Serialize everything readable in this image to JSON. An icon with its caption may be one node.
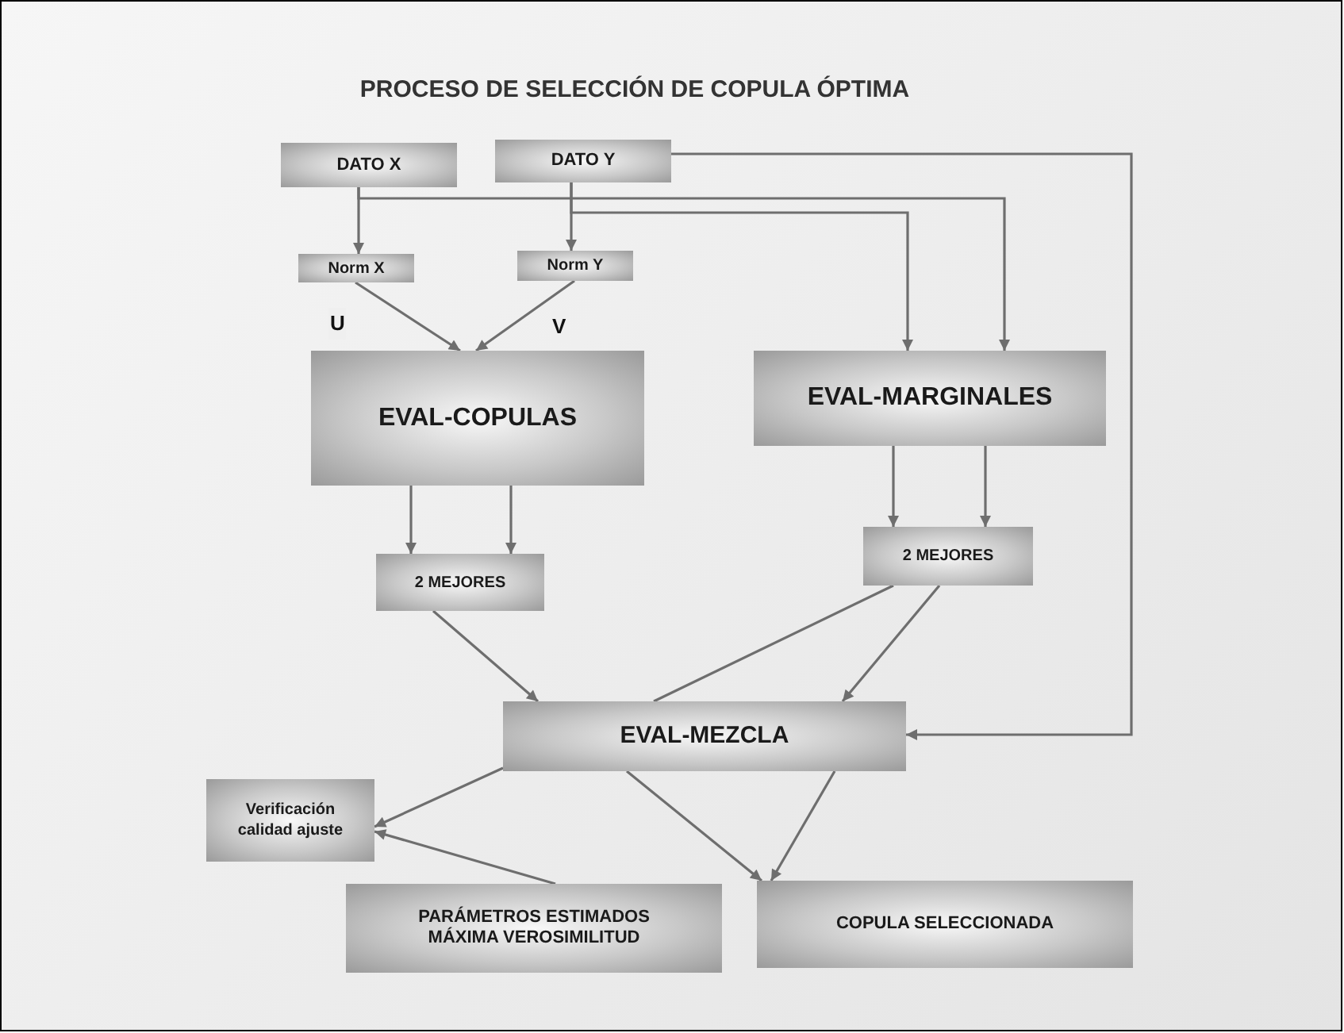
{
  "diagram": {
    "title": "PROCESO DE SELECCIÓN DE COPULA ÓPTIMA",
    "nodes": [
      {
        "text": [
          "DATO X"
        ]
      },
      {
        "text": [
          "DATO Y"
        ]
      },
      {
        "text": [
          "Norm X"
        ]
      },
      {
        "text": [
          "Norm Y"
        ]
      },
      {
        "text": [
          "EVAL-COPULAS"
        ]
      },
      {
        "text": [
          "EVAL-MARGINALES"
        ]
      },
      {
        "text": [
          "2 MEJORES"
        ]
      },
      {
        "text": [
          "2 MEJORES"
        ]
      },
      {
        "text": [
          "EVAL-MEZCLA"
        ]
      },
      {
        "text": [
          "Verificación calidad ajuste"
        ]
      },
      {
        "text": [
          "PARÁMETROS ESTIMADOS MÁXIMA VEROSIMILITUD"
        ]
      },
      {
        "text": [
          "COPULA SELECCIONADA"
        ]
      }
    ],
    "edges": [
      {
        "from": 0,
        "to": 2,
        "arrow": "to"
      },
      {
        "from": 1,
        "to": 3,
        "arrow": "to"
      },
      {
        "from": 0,
        "to": 5,
        "arrow": "to"
      },
      {
        "from": 1,
        "to": 5,
        "arrow": "to"
      },
      {
        "from": 1,
        "to": 8,
        "arrow": "to"
      },
      {
        "from": 2,
        "to": 4,
        "arrow": "to",
        "label": "U"
      },
      {
        "from": 3,
        "to": 4,
        "arrow": "to",
        "label": "V"
      },
      {
        "from": 4,
        "to": 6,
        "arrow": "to"
      },
      {
        "from": 4,
        "to": 6,
        "arrow": "to"
      },
      {
        "from": 5,
        "to": 7,
        "arrow": "to"
      },
      {
        "from": 5,
        "to": 7,
        "arrow": "to"
      },
      {
        "from": 6,
        "to": 8,
        "arrow": "to"
      },
      {
        "from": 7,
        "to": 8,
        "arrow": "none"
      },
      {
        "from": 7,
        "to": 8,
        "arrow": "to"
      },
      {
        "from": 8,
        "to": 9,
        "arrow": "to"
      },
      {
        "from": 10,
        "to": 9,
        "arrow": "to"
      },
      {
        "from": 8,
        "to": 11,
        "arrow": "to"
      },
      {
        "from": 8,
        "to": 11,
        "arrow": "to"
      }
    ]
  }
}
